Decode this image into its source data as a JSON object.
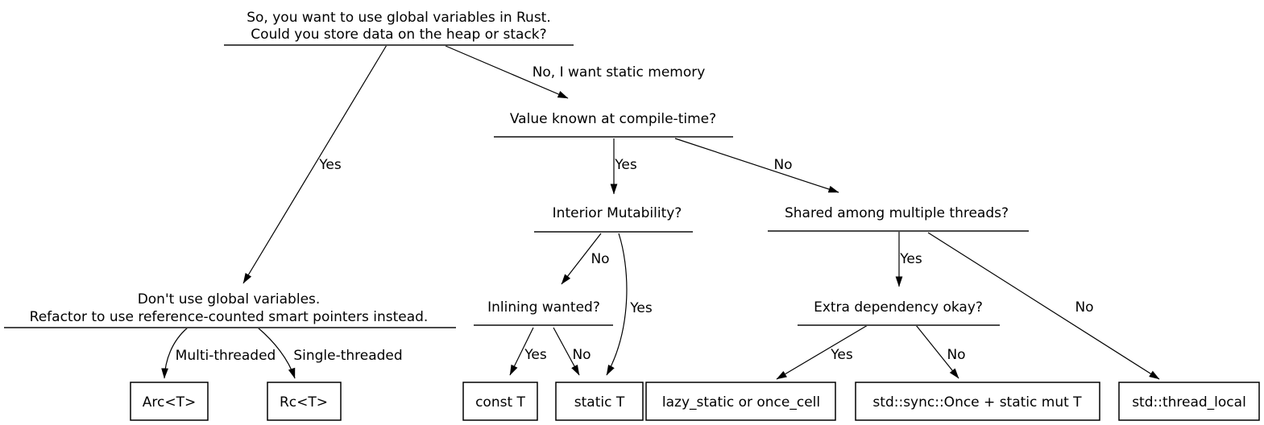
{
  "colors": {
    "background": "#ffffff",
    "line": "#000000",
    "underline": "#4a4a4a",
    "box_border": "#000000",
    "text": "#000000"
  },
  "nodes": {
    "root_line1": "So, you want to use global variables in Rust.",
    "root_line2": "Could you store data on the heap or stack?",
    "value_known": "Value known at compile-time?",
    "interior_mutability": "Interior Mutability?",
    "inlining_wanted": "Inlining wanted?",
    "shared_threads": "Shared among multiple threads?",
    "extra_dependency": "Extra dependency okay?",
    "dont_use_line1": "Don't use global variables.",
    "dont_use_line2": "Refactor to use reference-counted smart pointers instead.",
    "arc": "Arc<T>",
    "rc": "Rc<T>",
    "const_t": "const T",
    "static_t": "static T",
    "lazy_static": "lazy_static or once_cell",
    "sync_once": "std::sync::Once + static mut T",
    "thread_local": "std::thread_local"
  },
  "edge_labels": {
    "root_yes": "Yes",
    "root_no": "No, I want static memory",
    "value_yes": "Yes",
    "value_no": "No",
    "interior_no": "No",
    "interior_yes": "Yes",
    "inlining_yes": "Yes",
    "inlining_no": "No",
    "shared_yes": "Yes",
    "shared_no": "No",
    "extra_yes": "Yes",
    "extra_no": "No",
    "multi_threaded": "Multi-threaded",
    "single_threaded": "Single-threaded"
  }
}
